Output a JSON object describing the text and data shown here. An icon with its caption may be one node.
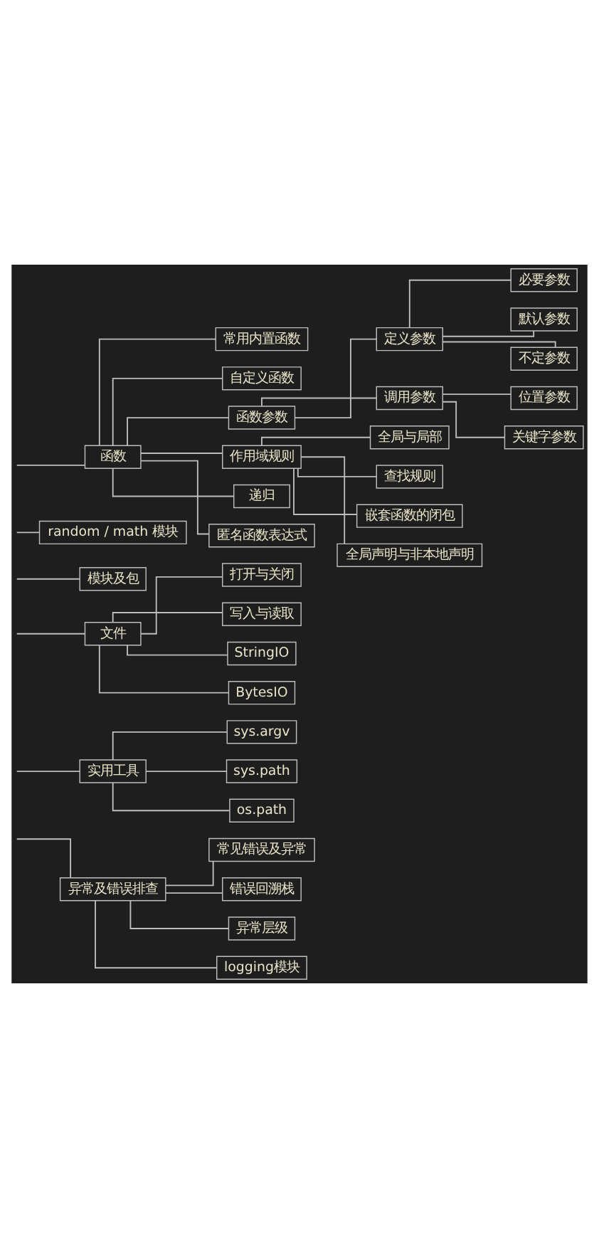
{
  "diagram": {
    "nodes": [
      {
        "text": [
          "函数"
        ]
      },
      {
        "text": [
          "常用内置函数"
        ]
      },
      {
        "text": [
          "自定义函数"
        ]
      },
      {
        "text": [
          "函数参数"
        ]
      },
      {
        "text": [
          "定义参数"
        ]
      },
      {
        "text": [
          "必要参数"
        ]
      },
      {
        "text": [
          "默认参数"
        ]
      },
      {
        "text": [
          "不定参数"
        ]
      },
      {
        "text": [
          "调用参数"
        ]
      },
      {
        "text": [
          "位置参数"
        ]
      },
      {
        "text": [
          "关键字参数"
        ]
      },
      {
        "text": [
          "作用域规则"
        ]
      },
      {
        "text": [
          "全局与局部"
        ]
      },
      {
        "text": [
          "查找规则"
        ]
      },
      {
        "text": [
          "嵌套函数的闭包"
        ]
      },
      {
        "text": [
          "全局声明与非本地声明"
        ]
      },
      {
        "text": [
          "递归"
        ]
      },
      {
        "text": [
          "匿名函数表达式"
        ]
      },
      {
        "text": [
          "random / math 模块"
        ]
      },
      {
        "text": [
          "模块及包"
        ]
      },
      {
        "text": [
          "文件"
        ]
      },
      {
        "text": [
          "打开与关闭"
        ]
      },
      {
        "text": [
          "写入与读取"
        ]
      },
      {
        "text": [
          "StringIO"
        ]
      },
      {
        "text": [
          "BytesIO"
        ]
      },
      {
        "text": [
          "实用工具"
        ]
      },
      {
        "text": [
          "sys.argv"
        ]
      },
      {
        "text": [
          "sys.path"
        ]
      },
      {
        "text": [
          "os.path"
        ]
      },
      {
        "text": [
          "异常及错误排查"
        ]
      },
      {
        "text": [
          "常见错误及异常"
        ]
      },
      {
        "text": [
          "错误回溯栈"
        ]
      },
      {
        "text": [
          "异常层级"
        ]
      },
      {
        "text": [
          "logging模块"
        ]
      }
    ],
    "edges": [
      {
        "from": null,
        "to": 0,
        "arrow": "none"
      },
      {
        "from": 0,
        "to": 1,
        "arrow": "none"
      },
      {
        "from": 0,
        "to": 2,
        "arrow": "none"
      },
      {
        "from": 0,
        "to": 3,
        "arrow": "none"
      },
      {
        "from": 3,
        "to": 4,
        "arrow": "none"
      },
      {
        "from": 4,
        "to": 5,
        "arrow": "none"
      },
      {
        "from": 4,
        "to": 6,
        "arrow": "none"
      },
      {
        "from": 4,
        "to": 7,
        "arrow": "none"
      },
      {
        "from": 3,
        "to": 8,
        "arrow": "none"
      },
      {
        "from": 8,
        "to": 9,
        "arrow": "none"
      },
      {
        "from": 8,
        "to": 10,
        "arrow": "none"
      },
      {
        "from": 0,
        "to": 11,
        "arrow": "none"
      },
      {
        "from": 11,
        "to": 12,
        "arrow": "none"
      },
      {
        "from": 11,
        "to": 13,
        "arrow": "none"
      },
      {
        "from": 11,
        "to": 14,
        "arrow": "none"
      },
      {
        "from": 11,
        "to": 15,
        "arrow": "none"
      },
      {
        "from": 0,
        "to": 16,
        "arrow": "none"
      },
      {
        "from": 0,
        "to": 17,
        "arrow": "none"
      },
      {
        "from": null,
        "to": 18,
        "arrow": "none"
      },
      {
        "from": null,
        "to": 19,
        "arrow": "none"
      },
      {
        "from": null,
        "to": 20,
        "arrow": "none"
      },
      {
        "from": 20,
        "to": 21,
        "arrow": "none"
      },
      {
        "from": 20,
        "to": 22,
        "arrow": "none"
      },
      {
        "from": 20,
        "to": 23,
        "arrow": "none"
      },
      {
        "from": 20,
        "to": 24,
        "arrow": "none"
      },
      {
        "from": null,
        "to": 25,
        "arrow": "none"
      },
      {
        "from": 25,
        "to": 26,
        "arrow": "none"
      },
      {
        "from": 25,
        "to": 27,
        "arrow": "none"
      },
      {
        "from": 25,
        "to": 28,
        "arrow": "none"
      },
      {
        "from": null,
        "to": 29,
        "arrow": "none"
      },
      {
        "from": 29,
        "to": 30,
        "arrow": "none"
      },
      {
        "from": 29,
        "to": 31,
        "arrow": "none"
      },
      {
        "from": 29,
        "to": 32,
        "arrow": "none"
      },
      {
        "from": 29,
        "to": 33,
        "arrow": "none"
      }
    ]
  }
}
